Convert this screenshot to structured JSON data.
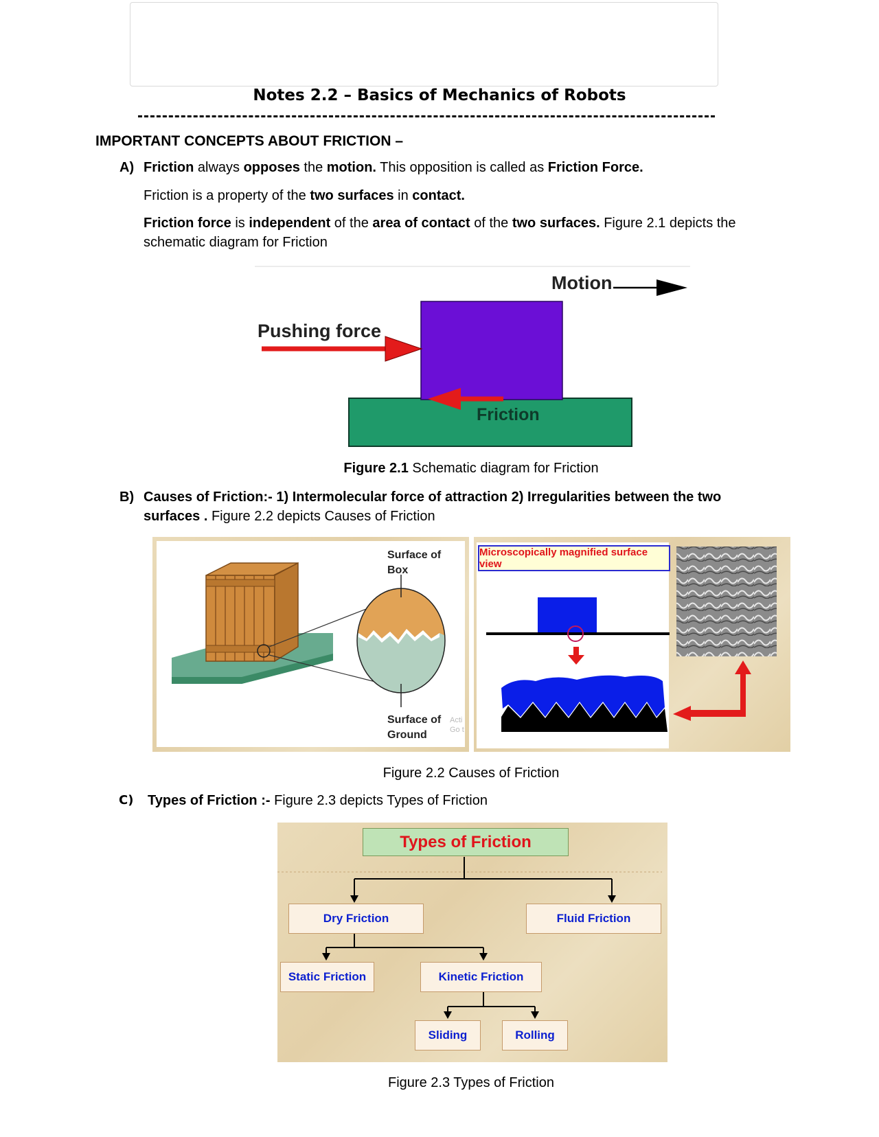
{
  "header": {
    "title": "Notes 2.2 – Basics of Mechanics of Robots",
    "rule": "------------------------------------------------------------------------------------------------------------"
  },
  "section": {
    "heading": "IMPORTANT CONCEPTS ABOUT FRICTION –"
  },
  "point_a": {
    "marker": "A)",
    "line1": {
      "t1": "Friction",
      "t2": " always ",
      "t3": "opposes",
      "t4": " the ",
      "t5": "motion.",
      "t6": " This opposition is called as ",
      "t7": "Friction Force."
    },
    "line2": {
      "t1": "Friction is a property of the ",
      "t2": "two surfaces",
      "t3": " in ",
      "t4": "contact."
    },
    "line3": {
      "t1": "Friction force",
      "t2": " is ",
      "t3": "independent",
      "t4": " of the ",
      "t5": "area of contact",
      "t6": " of the ",
      "t7": "two surfaces.",
      "t8": " Figure 2.1 depicts the",
      "t9": "schematic diagram for Friction"
    }
  },
  "figure_2_1": {
    "motion_label": "Motion",
    "pushing_label": "Pushing force",
    "friction_label": "Friction",
    "caption_bold": "Figure 2.1",
    "caption_text": " Schematic diagram for Friction",
    "colors": {
      "block": "#6b0fd6",
      "ground": "#1f9a6a",
      "arrow": "#e31b1b"
    }
  },
  "point_b": {
    "marker": "B)",
    "bold1": "Causes of Friction:-  1) Intermolecular force of attraction  2)  Irregularities between the two",
    "bold2": "surfaces .",
    "text2": " Figure 2.2  depicts Causes of Friction"
  },
  "figure_2_2": {
    "surface_box_1": "Surface of",
    "surface_box_2": "Box",
    "surface_ground_1": "Surface of",
    "surface_ground_2": "Ground",
    "magnified_label": "Microscopically magnified surface view",
    "watermark_1": "Acti",
    "watermark_2": "Go t",
    "caption": "Figure 2.2 Causes of Friction"
  },
  "point_c": {
    "marker": "C)",
    "bold": "Types of Friction :-",
    "text": " Figure 2.3  depicts Types of Friction"
  },
  "figure_2_3": {
    "title": "Types of Friction",
    "dry": "Dry Friction",
    "fluid": "Fluid Friction",
    "static": "Static Friction",
    "kinetic": "Kinetic Friction",
    "sliding": "Sliding",
    "rolling": "Rolling",
    "caption": "Figure 2.3 Types of Friction",
    "colors": {
      "title_text": "#e0141b",
      "title_bg": "#bfe3b6",
      "node_text": "#0b1fd0"
    }
  }
}
